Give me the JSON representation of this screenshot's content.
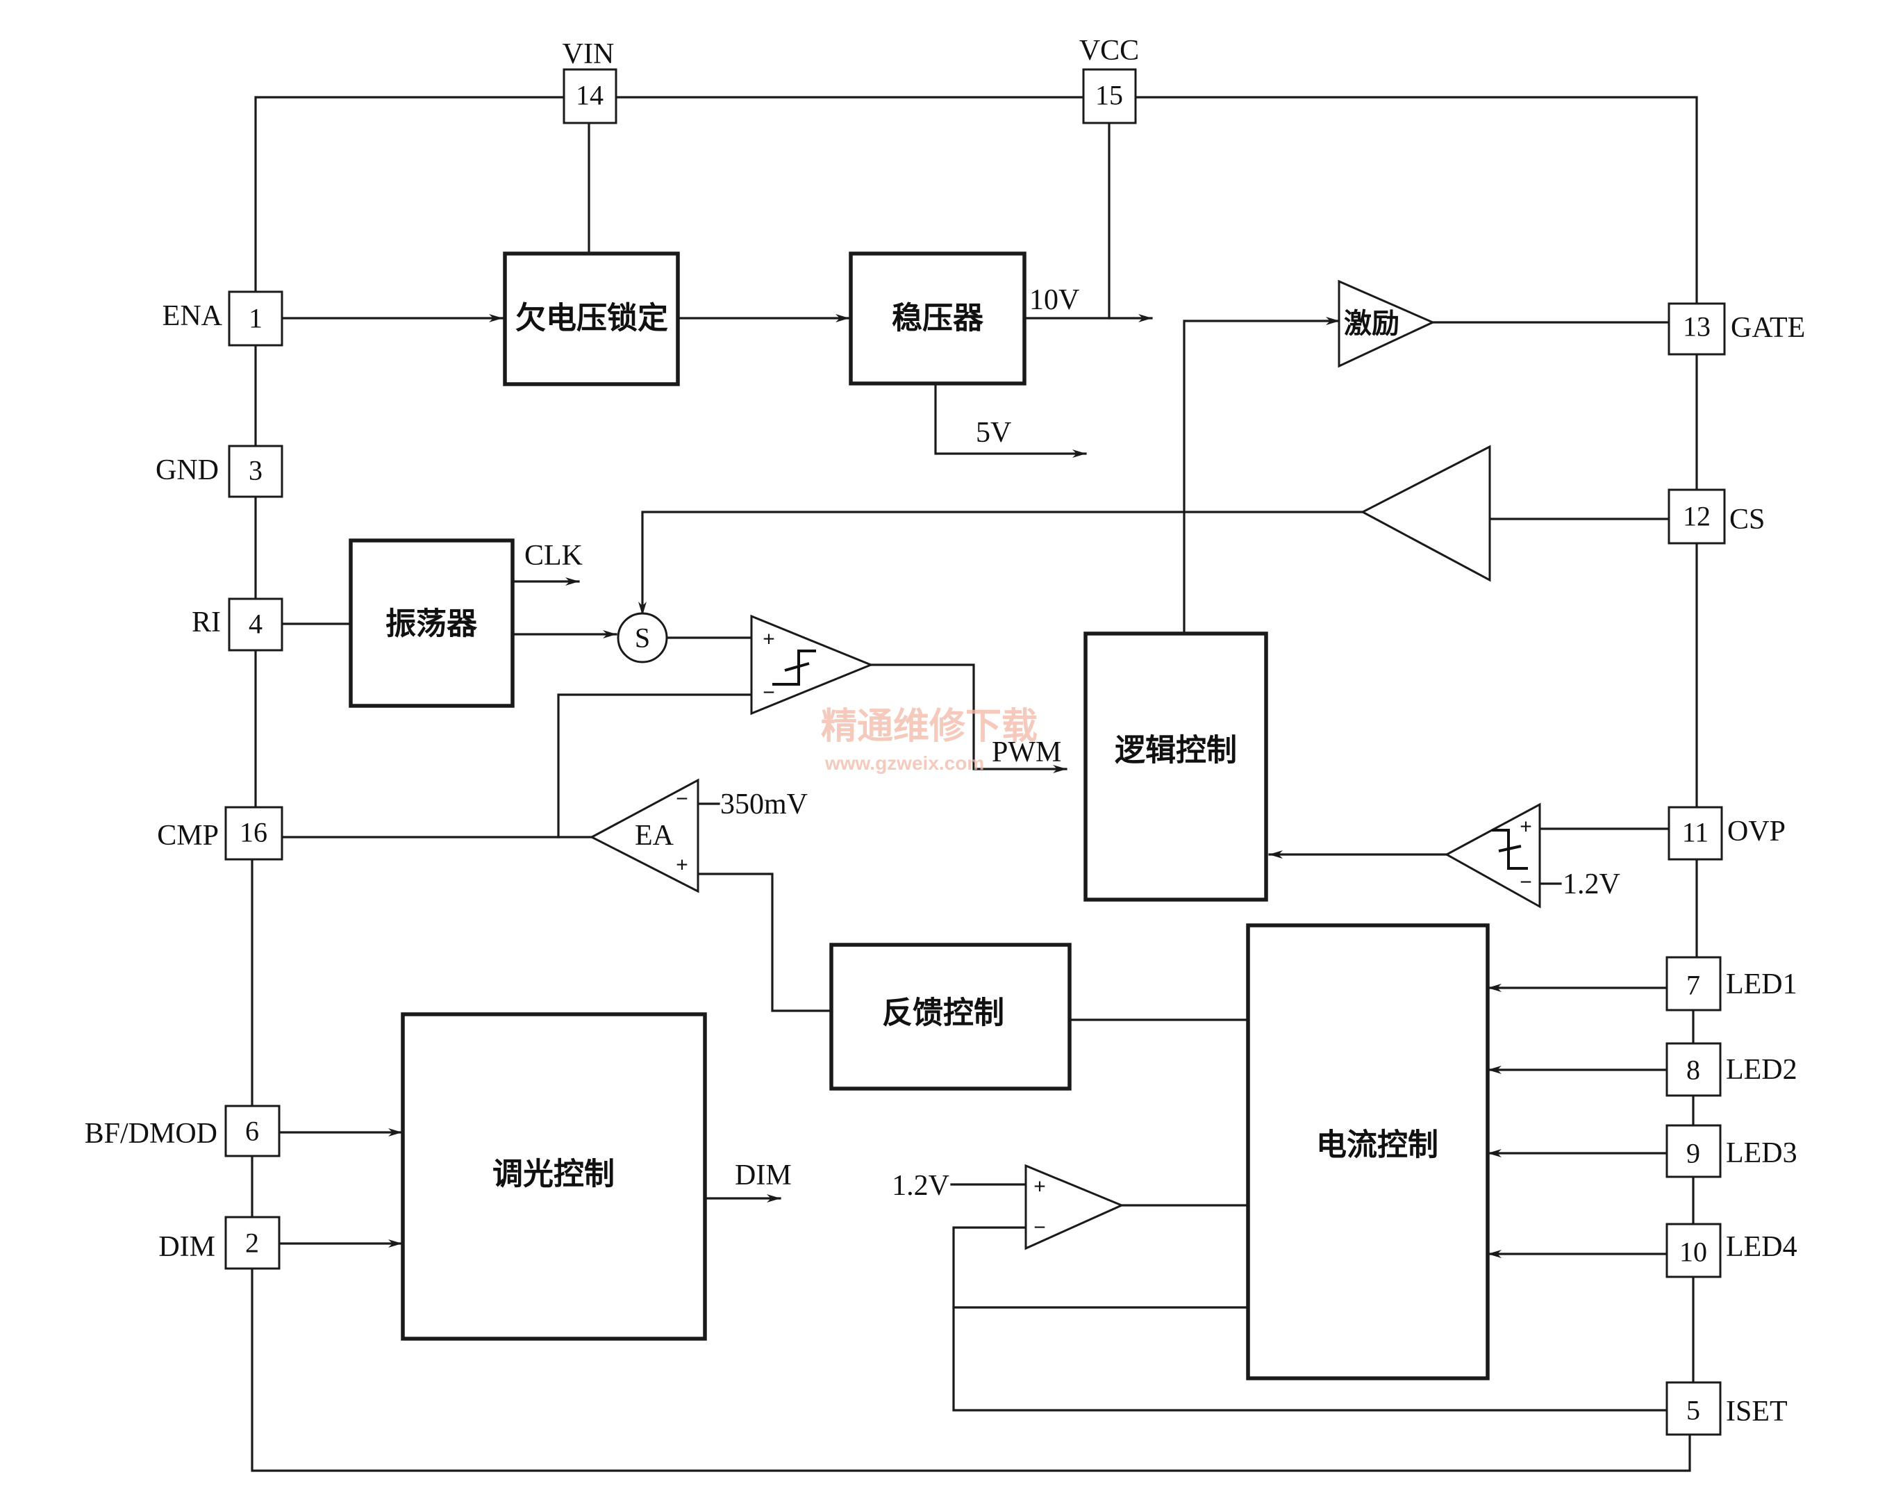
{
  "pins": {
    "ena": {
      "num": "1",
      "name": "ENA"
    },
    "gnd": {
      "num": "3",
      "name": "GND"
    },
    "ri": {
      "num": "4",
      "name": "RI"
    },
    "cmp": {
      "num": "16",
      "name": "CMP"
    },
    "bfdmod": {
      "num": "6",
      "name": "BF/DMOD"
    },
    "dim": {
      "num": "2",
      "name": "DIM"
    },
    "vin": {
      "num": "14",
      "name": "VIN"
    },
    "vcc": {
      "num": "15",
      "name": "VCC"
    },
    "gate": {
      "num": "13",
      "name": "GATE"
    },
    "cs": {
      "num": "12",
      "name": "CS"
    },
    "ovp": {
      "num": "11",
      "name": "OVP"
    },
    "led1": {
      "num": "7",
      "name": "LED1"
    },
    "led2": {
      "num": "8",
      "name": "LED2"
    },
    "led3": {
      "num": "9",
      "name": "LED3"
    },
    "led4": {
      "num": "10",
      "name": "LED4"
    },
    "iset": {
      "num": "5",
      "name": "ISET"
    }
  },
  "blocks": {
    "uvlo": "欠电压锁定",
    "regulator": "稳压器",
    "driver": "激励",
    "oscillator": "振荡器",
    "logic": "逻辑控制",
    "feedback": "反馈控制",
    "dimming": "调光控制",
    "current": "电流控制"
  },
  "signals": {
    "v10": "10V",
    "v5": "5V",
    "clk": "CLK",
    "pwm": "PWM",
    "ea": "EA",
    "ref350": "350mV",
    "ovp_ref": "1.2V",
    "iset_ref": "1.2V",
    "dim_out": "DIM",
    "sum": "S",
    "plus": "+",
    "minus": "−"
  },
  "watermark": {
    "cn": "精通维修下载",
    "url": "www.gzweix.com"
  }
}
